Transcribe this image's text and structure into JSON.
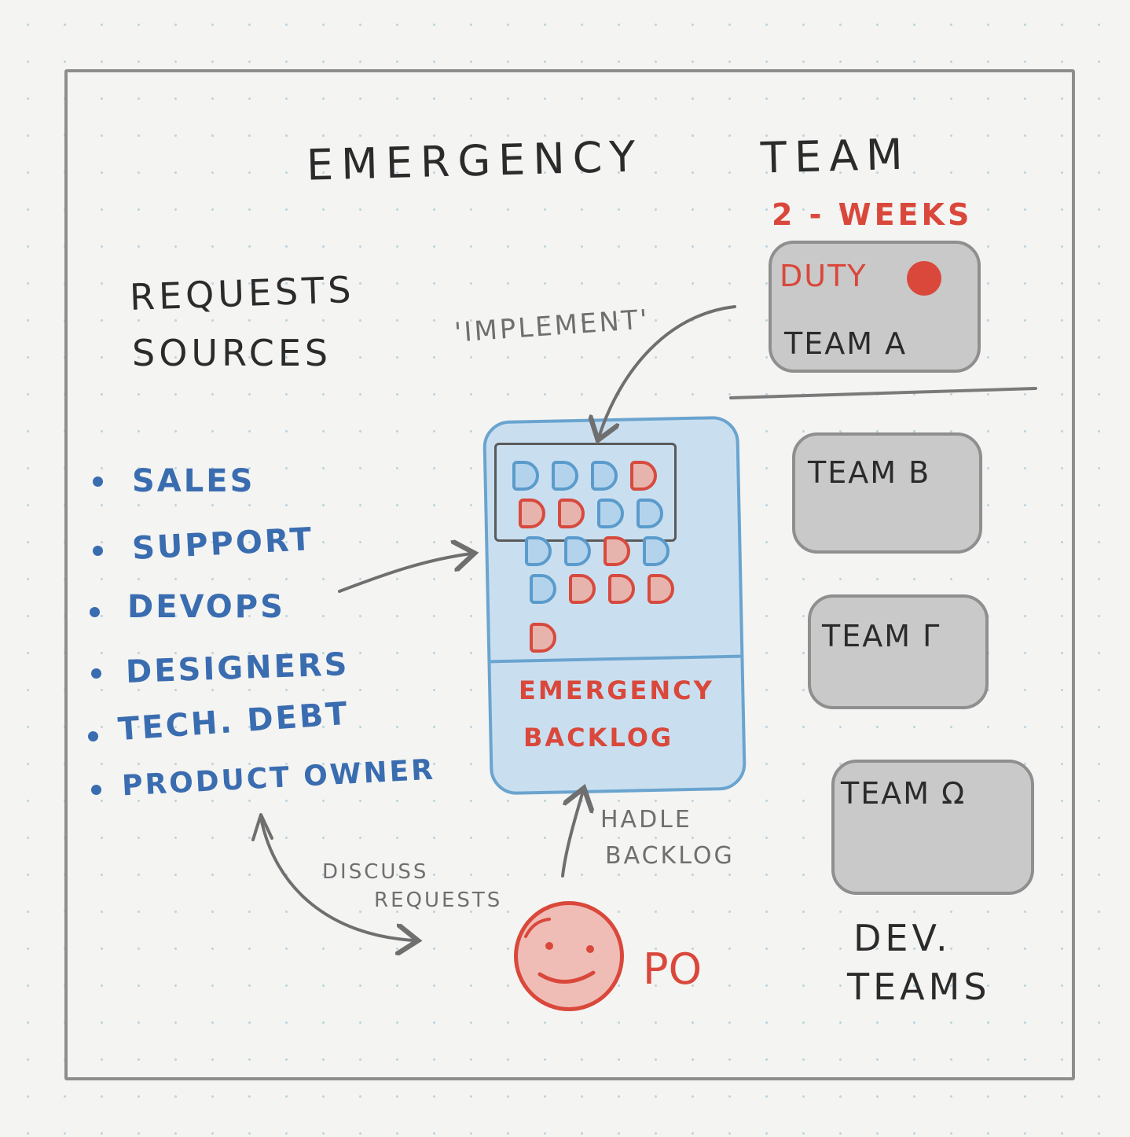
{
  "title": {
    "part1": "EMERGENCY",
    "part2": "TEAM"
  },
  "requests": {
    "heading_line1": "REQUESTS",
    "heading_line2": "SOURCES",
    "items": [
      "SALES",
      "SUPPORT",
      "DEVOPS",
      "DESIGNERS",
      "TECH. DEBT",
      "PRODUCT OWNER"
    ]
  },
  "duty": {
    "period": "2 - WEEKS",
    "label": "DUTY",
    "team": "TEAM α"
  },
  "dev_teams": {
    "teams": [
      "TEAM β",
      "TEAM γ",
      "TEAM ω"
    ],
    "label_line1": "DEV.",
    "label_line2": "TEAMS"
  },
  "backlog": {
    "label_line1": "EMERGENCY",
    "label_line2": "BACKLOG",
    "cards": [
      [
        "blue",
        "blue",
        "blue",
        "red"
      ],
      [
        "red",
        "red",
        "blue",
        "blue"
      ],
      [
        "blue",
        "blue",
        "red",
        "blue"
      ],
      [
        "blue",
        "red",
        "red",
        "red"
      ],
      [
        "red"
      ]
    ]
  },
  "arrows": {
    "implement": "'IMPLEMENT'",
    "handle_backlog_line1": "HADLE",
    "handle_backlog_line2": "BACKLOG",
    "discuss_line1": "DISCUSS",
    "discuss_line2": "REQUESTS"
  },
  "po": {
    "label": "PO"
  },
  "colors": {
    "red": "#d9483b",
    "blue": "#3a6cb0",
    "gray_box": "#c9c9c9",
    "backlog_fill": "#c9dff0"
  }
}
